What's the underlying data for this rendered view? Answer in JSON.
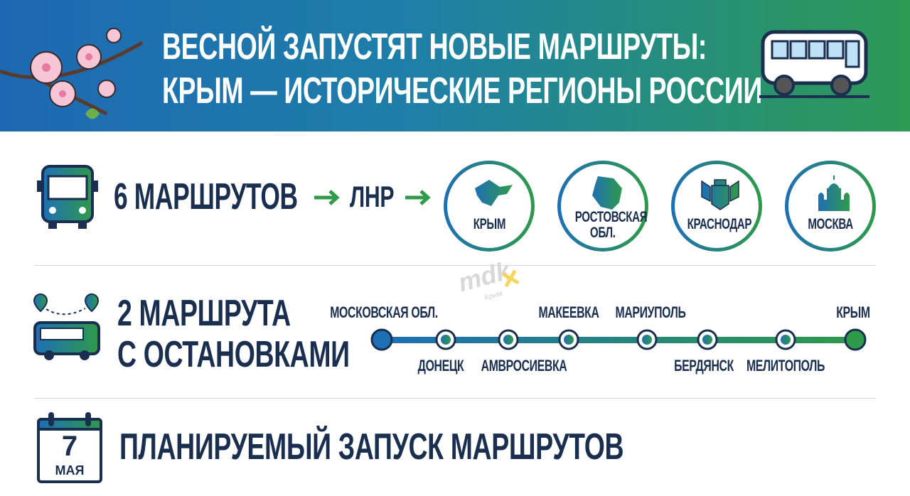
{
  "header": {
    "line1": "ВЕСНОЙ ЗАПУСТЯТ НОВЫЕ МАРШРУТЫ:",
    "line2": "КРЫМ — ИСТОРИЧЕСКИЕ РЕГИОНЫ РОССИИ"
  },
  "row1": {
    "count": "6 МАРШРУТОВ",
    "via": "ЛНР",
    "destinations": [
      {
        "name": "КРЫМ",
        "icon": "crimea-map-icon"
      },
      {
        "name": "РОСТОВСКАЯ",
        "name2": "ОБЛ.",
        "icon": "rostov-map-icon"
      },
      {
        "name": "КРАСНОДАР",
        "icon": "krasnodar-emblem-icon"
      },
      {
        "name": "МОСКВА",
        "icon": "church-icon"
      }
    ]
  },
  "row2": {
    "line1": "2 МАРШРУТА",
    "line2": "С ОСТАНОВКАМИ",
    "stops": [
      {
        "name": "МОСКОВСКАЯ ОБЛ.",
        "pos": "above"
      },
      {
        "name": "ДОНЕЦК",
        "pos": "below"
      },
      {
        "name": "АМВРОСИЕВКА",
        "pos": "below"
      },
      {
        "name": "МАКЕЕВКА",
        "pos": "above"
      },
      {
        "name": "МАРИУПОЛЬ",
        "pos": "above"
      },
      {
        "name": "БЕРДЯНСК",
        "pos": "below"
      },
      {
        "name": "МЕЛИТОПОЛЬ",
        "pos": "below"
      },
      {
        "name": "КРЫМ",
        "pos": "above"
      }
    ]
  },
  "row3": {
    "day": "7",
    "month": "МАЯ",
    "text": "ПЛАНИРУЕМЫЙ ЗАПУСК МАРШРУТОВ"
  },
  "watermark": {
    "text": "mdk",
    "sub": "Крым"
  },
  "colors": {
    "blue": "#1f6fb5",
    "green": "#2e9a4a",
    "navy": "#1a2e4f"
  }
}
